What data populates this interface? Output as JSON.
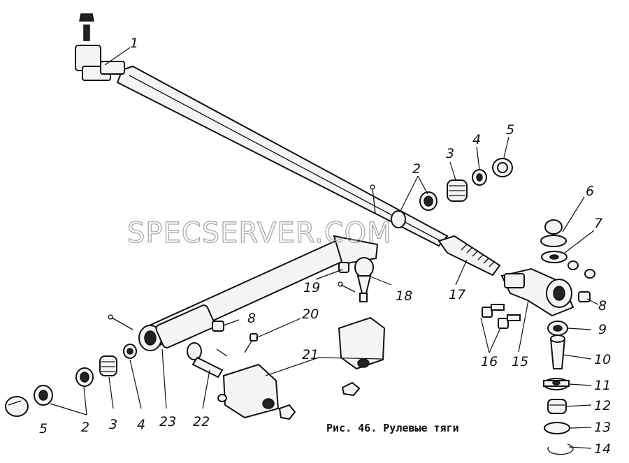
{
  "figure": {
    "caption": "Рис. 46. Рулевые тяги",
    "watermark": "SPECSERVER.COM"
  },
  "callouts": [
    {
      "id": "c1",
      "text": "1"
    },
    {
      "id": "c2a",
      "text": "2"
    },
    {
      "id": "c3a",
      "text": "3"
    },
    {
      "id": "c4a",
      "text": "4"
    },
    {
      "id": "c5a",
      "text": "5"
    },
    {
      "id": "c6",
      "text": "6"
    },
    {
      "id": "c7",
      "text": "7"
    },
    {
      "id": "c8a",
      "text": "8"
    },
    {
      "id": "c8b",
      "text": "8"
    },
    {
      "id": "c9",
      "text": "9"
    },
    {
      "id": "c10",
      "text": "10"
    },
    {
      "id": "c11",
      "text": "11"
    },
    {
      "id": "c12",
      "text": "12"
    },
    {
      "id": "c13",
      "text": "13"
    },
    {
      "id": "c14",
      "text": "14"
    },
    {
      "id": "c15",
      "text": "15"
    },
    {
      "id": "c16",
      "text": "16"
    },
    {
      "id": "c17",
      "text": "17"
    },
    {
      "id": "c18",
      "text": "18"
    },
    {
      "id": "c19",
      "text": "19"
    },
    {
      "id": "c20",
      "text": "20"
    },
    {
      "id": "c21",
      "text": "21"
    },
    {
      "id": "c22",
      "text": "22"
    },
    {
      "id": "c23",
      "text": "23"
    },
    {
      "id": "c2b",
      "text": "2"
    },
    {
      "id": "c3b",
      "text": "3"
    },
    {
      "id": "c4b",
      "text": "4"
    },
    {
      "id": "c5b",
      "text": "5"
    }
  ]
}
